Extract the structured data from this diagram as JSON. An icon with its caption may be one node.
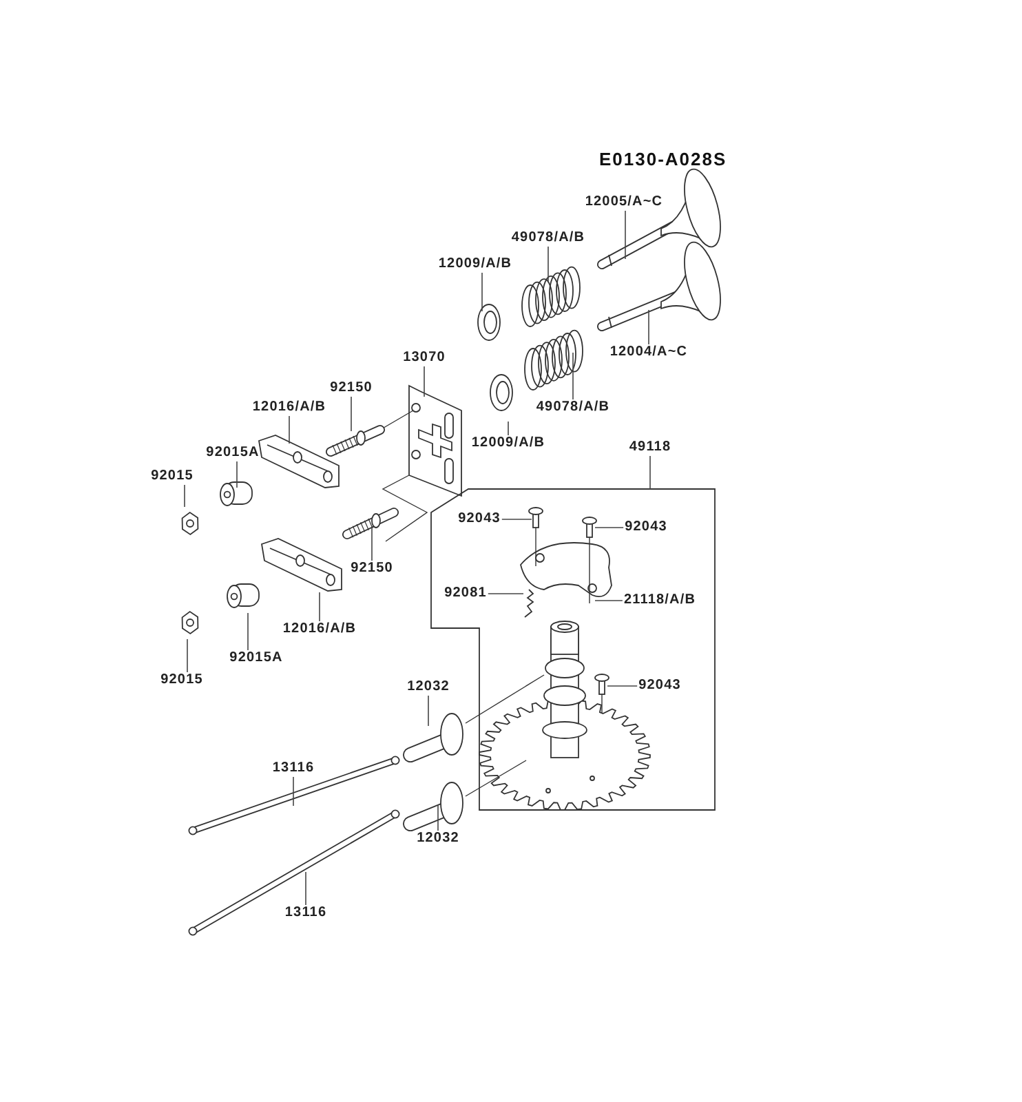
{
  "diagram": {
    "nodes": [
      {
        "text": [
          "12005/A~C"
        ]
      },
      {
        "text": [
          "49078/A/B"
        ]
      },
      {
        "text": [
          "12009/A/B"
        ]
      },
      {
        "text": [
          "12004/A~C"
        ]
      },
      {
        "text": [
          "13070"
        ]
      },
      {
        "text": [
          "92150"
        ]
      },
      {
        "text": [
          "12016/A/B"
        ]
      },
      {
        "text": [
          "49078/A/B"
        ]
      },
      {
        "text": [
          "12009/A/B"
        ]
      },
      {
        "text": [
          "49118"
        ]
      },
      {
        "text": [
          "92015A"
        ]
      },
      {
        "text": [
          "92015"
        ]
      },
      {
        "text": [
          "92043"
        ]
      },
      {
        "text": [
          "92043"
        ]
      },
      {
        "text": [
          "92150"
        ]
      },
      {
        "text": [
          "92081"
        ]
      },
      {
        "text": [
          "21118/A/B"
        ]
      },
      {
        "text": [
          "12016/A/B"
        ]
      },
      {
        "text": [
          "92015A"
        ]
      },
      {
        "text": [
          "92015"
        ]
      },
      {
        "text": [
          "92043"
        ]
      },
      {
        "text": [
          "12032"
        ]
      },
      {
        "text": [
          "13116"
        ]
      },
      {
        "text": [
          "12032"
        ]
      },
      {
        "text": [
          "13116"
        ]
      }
    ],
    "edges": [
      {
        "from": 0,
        "to": null,
        "arrow": "none"
      },
      {
        "from": 1,
        "to": null,
        "arrow": "none"
      },
      {
        "from": 2,
        "to": null,
        "arrow": "none"
      },
      {
        "from": 3,
        "to": null,
        "arrow": "none"
      },
      {
        "from": 4,
        "to": null,
        "arrow": "none"
      },
      {
        "from": 5,
        "to": null,
        "arrow": "none"
      },
      {
        "from": 6,
        "to": null,
        "arrow": "none"
      },
      {
        "from": 7,
        "to": null,
        "arrow": "none"
      },
      {
        "from": 8,
        "to": null,
        "arrow": "none"
      },
      {
        "from": 9,
        "to": null,
        "arrow": "none"
      },
      {
        "from": 10,
        "to": null,
        "arrow": "none"
      },
      {
        "from": 11,
        "to": null,
        "arrow": "none"
      },
      {
        "from": 12,
        "to": null,
        "arrow": "none"
      },
      {
        "from": 13,
        "to": null,
        "arrow": "none"
      },
      {
        "from": 14,
        "to": null,
        "arrow": "none"
      },
      {
        "from": 15,
        "to": null,
        "arrow": "none"
      },
      {
        "from": 16,
        "to": null,
        "arrow": "none"
      },
      {
        "from": 17,
        "to": null,
        "arrow": "none"
      },
      {
        "from": 18,
        "to": null,
        "arrow": "none"
      },
      {
        "from": 19,
        "to": null,
        "arrow": "none"
      },
      {
        "from": 20,
        "to": null,
        "arrow": "none"
      },
      {
        "from": 21,
        "to": null,
        "arrow": "none"
      },
      {
        "from": 22,
        "to": null,
        "arrow": "none"
      },
      {
        "from": 23,
        "to": null,
        "arrow": "none"
      },
      {
        "from": 24,
        "to": null,
        "arrow": "none"
      }
    ],
    "labels": [
      "E0130-A028S"
    ]
  }
}
